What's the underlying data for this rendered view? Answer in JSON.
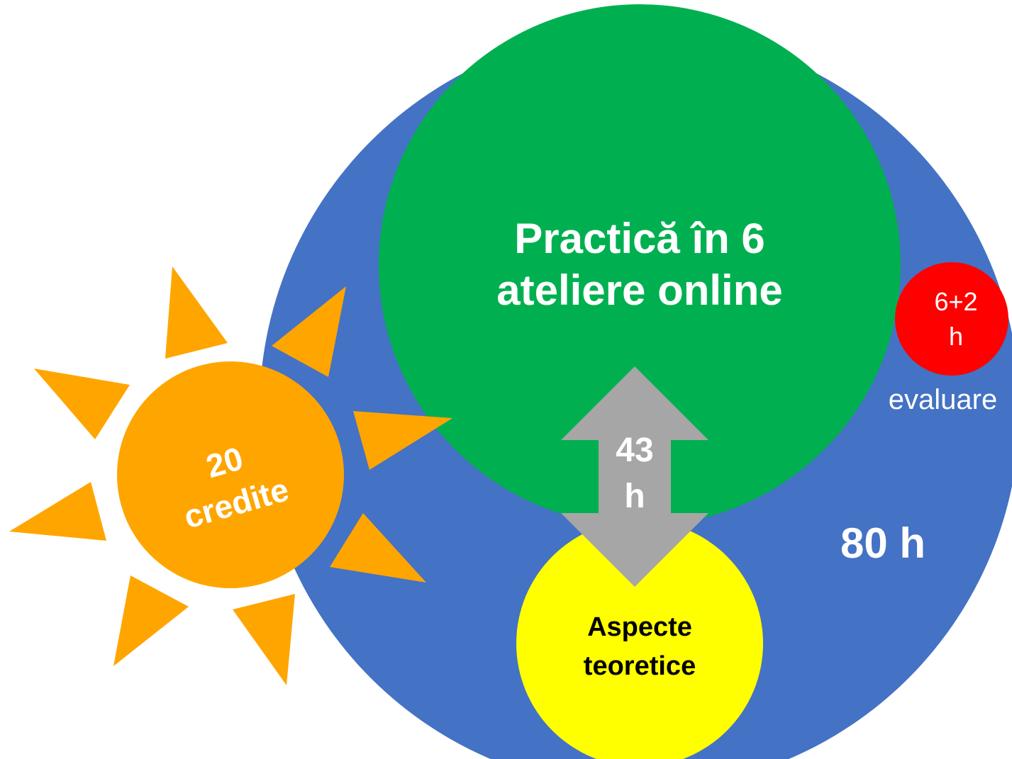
{
  "diagram": {
    "practice_line1": "Practică în 6",
    "practice_line2": "ateliere online",
    "arrow_line1": "43",
    "arrow_line2": "h",
    "theory_line1": "Aspecte",
    "theory_line2": "teoretice",
    "total_hours": "80 h",
    "evaluation_line1": "6+2",
    "evaluation_line2": "h",
    "evaluation_label": "evaluare",
    "credits_line1": "20",
    "credits_line2": "credite"
  },
  "colors": {
    "outer_circle": "#4472c4",
    "practice_circle": "#00b050",
    "theory_circle": "#ffff00",
    "evaluation_circle": "#ff0000",
    "sun": "#ffa500",
    "arrow": "#a6a6a6"
  }
}
